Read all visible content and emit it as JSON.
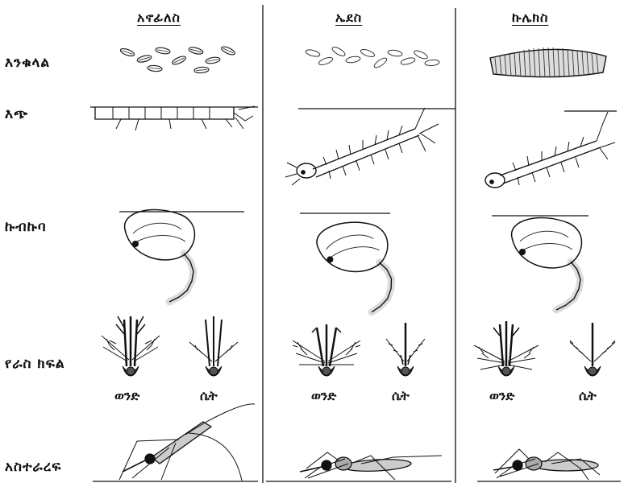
{
  "columns": [
    {
      "title": "አኖፊለስ"
    },
    {
      "title": "ኤደስ"
    },
    {
      "title": "ኩሌክስ"
    }
  ],
  "rows": [
    {
      "label": "እንቁላል"
    },
    {
      "label": "እጭ"
    },
    {
      "label": "ኩብኩባ"
    },
    {
      "label": "የራስ  ክፍል"
    },
    {
      "label": "አስተራረፍ"
    }
  ],
  "sex_labels": {
    "male": "ወንድ",
    "female": "ሴት"
  }
}
